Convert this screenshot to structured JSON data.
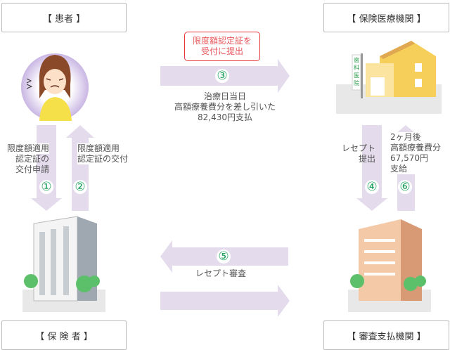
{
  "nodes": {
    "patient": "【 患者 】",
    "hospital": "【 保険医療機関 】",
    "insurer": "【 保 険 者 】",
    "review": "【 審査支払機関 】"
  },
  "callout": [
    "限度額認定証を",
    "受付に提出"
  ],
  "steps": {
    "s1": {
      "num": "①",
      "lines": [
        "限度額適用",
        "認定証の",
        "交付申請"
      ]
    },
    "s2": {
      "num": "②",
      "lines": [
        "限度額適用",
        "認定証の交付"
      ]
    },
    "s3": {
      "num": "③",
      "lines": [
        "治療日当日",
        "高額療養費分を差し引いた",
        "82,430円支払"
      ]
    },
    "s4": {
      "num": "④",
      "lines": [
        "レセプト",
        "提出"
      ]
    },
    "s5": {
      "num": "⑤",
      "lines": [
        "レセプト審査"
      ]
    },
    "s6": {
      "num": "⑥",
      "lines": [
        "2ヶ月後",
        "高額療養費分",
        "67,570円",
        "支給"
      ]
    }
  },
  "hospital_sign": "歯科医院",
  "colors": {
    "arrow": "#e4dced",
    "accent": "#1aa05a",
    "callout": "#e8383d"
  }
}
